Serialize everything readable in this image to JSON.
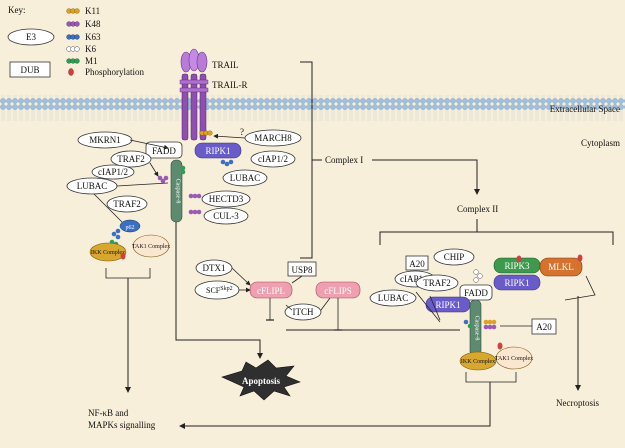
{
  "key": {
    "title": "Key:",
    "e3": "E3",
    "dub": "DUB",
    "items": [
      "K11",
      "K48",
      "K63",
      "K6",
      "M1",
      "Phosphorylation"
    ],
    "colors": {
      "k11": "#e0a020",
      "k48": "#9b59b6",
      "k63": "#3b6fc4",
      "k6": "#ffffff",
      "m1": "#2e9e55",
      "phospho": "#d04040"
    }
  },
  "compartments": {
    "extracellular": "Extracellular Space",
    "cytoplasm": "Cytoplasm"
  },
  "receptor": {
    "ligand": "TRAIL",
    "receptor": "TRAIL-R",
    "question": "?"
  },
  "complex1": {
    "label": "Complex I",
    "fadd": "FADD",
    "ripk1": "RIPK1",
    "caspase8": "Caspase-8",
    "mkrn1": "MKRN1",
    "traf2": "TRAF2",
    "ciap": "cIAP1/2",
    "lubac_left": "LUBAC",
    "march8": "MARCH8",
    "ciap_right": "cIAP1/2",
    "lubac_right": "LUBAC",
    "hectd3": "HECTD3",
    "cul3": "CUL-3",
    "traf2_low": "TRAF2",
    "p62": "p62",
    "ikk": "IKK Complex",
    "tak1": "TAK1 Complex"
  },
  "middle": {
    "dtx1": "DTX1",
    "scf": "SCF",
    "scf_sup": "Skp2",
    "usp8": "USP8",
    "cflipl": "cFLIPL",
    "cflips": "cFLIPS",
    "itch": "ITCH",
    "apoptosis": "Apoptosis"
  },
  "complex2": {
    "label": "Complex II",
    "chip": "CHIP",
    "a20_top": "A20",
    "ciap": "cIAP1/2",
    "traf2": "TRAF2",
    "lubac": "LUBAC",
    "fadd": "FADD",
    "ripk1": "RIPK1",
    "ripk3": "RIPK3",
    "ripk1_b": "RIPK1",
    "mlkl": "MLKL",
    "caspase8": "Caspase-8",
    "a20_right": "A20",
    "ikk": "IKK Complex",
    "tak1": "TAK1 Complex"
  },
  "outcomes": {
    "nfkb_line1": "NF-κB and",
    "nfkb_line2": "MAPKs signalling",
    "necroptosis": "Necroptosis"
  }
}
